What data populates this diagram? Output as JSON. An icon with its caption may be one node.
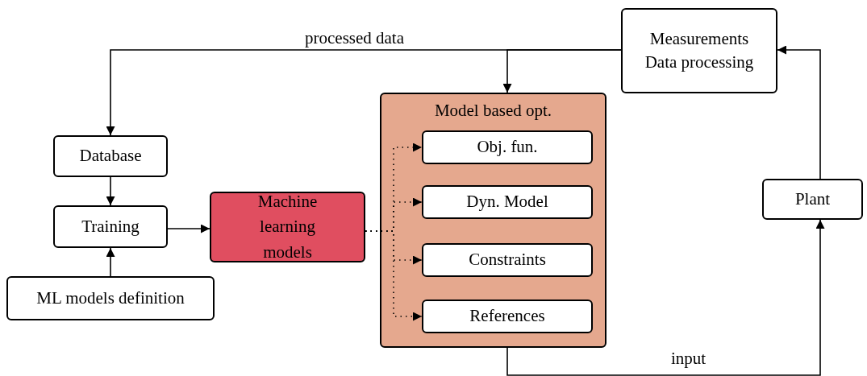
{
  "diagram": {
    "nodes": [
      {
        "text": [
          "Measurements",
          "Data processing"
        ]
      },
      {
        "text": [
          "Database"
        ]
      },
      {
        "text": [
          "Training"
        ]
      },
      {
        "text": [
          "ML models definition"
        ]
      },
      {
        "text": [
          "Machine learning models"
        ]
      },
      {
        "text": [
          "Model based opt."
        ]
      },
      {
        "text": [
          "Obj. fun."
        ],
        "in": 5
      },
      {
        "text": [
          "Dyn. Model"
        ],
        "in": 5
      },
      {
        "text": [
          "Constraints"
        ],
        "in": 5
      },
      {
        "text": [
          "References"
        ],
        "in": 5
      },
      {
        "text": [
          "Plant"
        ]
      }
    ],
    "edges": [
      {
        "from": 0,
        "to": 1,
        "arrow": "to",
        "label": "processed data"
      },
      {
        "from": 0,
        "to": 5,
        "arrow": "to"
      },
      {
        "from": 1,
        "to": 2,
        "arrow": "to"
      },
      {
        "from": 3,
        "to": 2,
        "arrow": "to"
      },
      {
        "from": 2,
        "to": 4,
        "arrow": "to"
      },
      {
        "from": 4,
        "to": 6,
        "arrow": "to",
        "style": "dashed"
      },
      {
        "from": 4,
        "to": 7,
        "arrow": "to",
        "style": "dashed"
      },
      {
        "from": 4,
        "to": 8,
        "arrow": "to",
        "style": "dashed"
      },
      {
        "from": 4,
        "to": 9,
        "arrow": "to",
        "style": "dashed"
      },
      {
        "from": 5,
        "to": 10,
        "arrow": "to",
        "label": "input"
      },
      {
        "from": 10,
        "to": 0,
        "arrow": "to"
      }
    ]
  }
}
